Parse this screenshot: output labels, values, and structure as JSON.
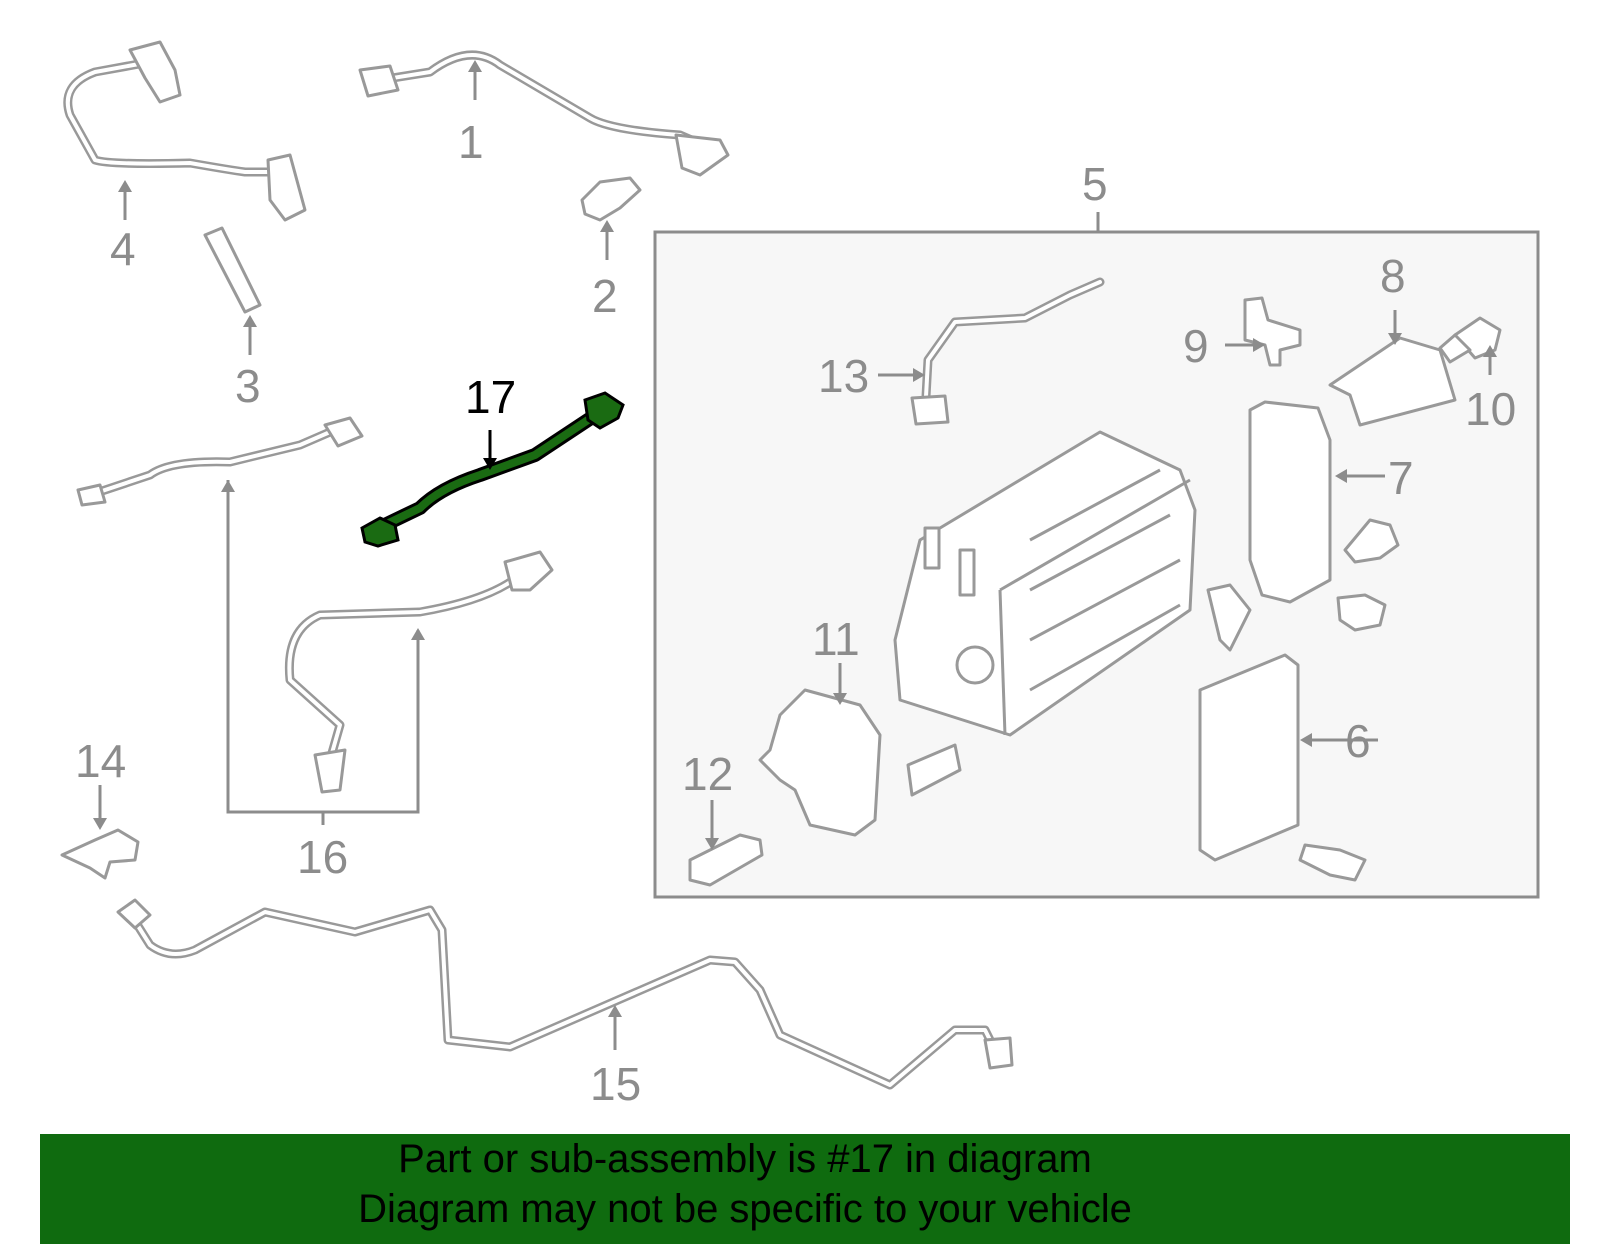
{
  "diagram": {
    "callouts": [
      "1",
      "2",
      "3",
      "4",
      "5",
      "6",
      "7",
      "8",
      "9",
      "10",
      "11",
      "12",
      "13",
      "14",
      "15",
      "16",
      "17"
    ],
    "highlighted_callout": "17",
    "highlight_color": "#1a6b12",
    "line_color": "#999999"
  },
  "banner": {
    "line1": "Part or sub-assembly is #17 in diagram",
    "line2": "Diagram may not be specific to your vehicle",
    "color": "#0f6b0f"
  }
}
